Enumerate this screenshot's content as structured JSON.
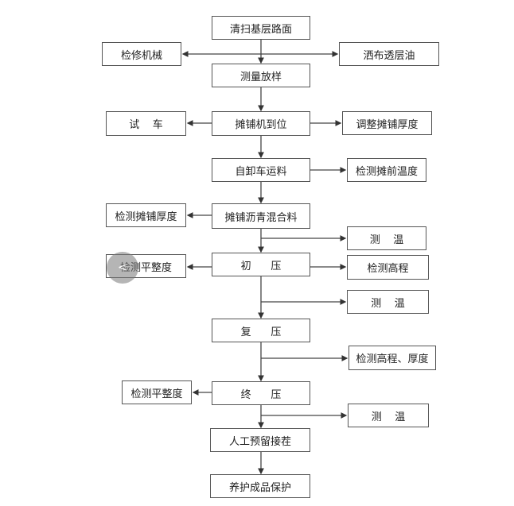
{
  "nodes": {
    "clean_base": "清扫基层路面",
    "repair_machinery": "检修机械",
    "spray_prime_oil": "洒布透层油",
    "survey_layout": "测量放样",
    "test_run": "试    车",
    "paver_in_place": "摊铺机到位",
    "adjust_paving_thickness": "调整摊铺厚度",
    "dump_truck_transport": "自卸车运料",
    "check_pre_paving_temp": "检测摊前温度",
    "check_paving_thickness": "检测摊铺厚度",
    "pave_asphalt_mix": "摊铺沥青混合料",
    "measure_temp_1": "测    温",
    "initial_compaction": "初      压",
    "check_flatness_1": "检测平整度",
    "check_elevation": "检测高程",
    "measure_temp_2": "测    温",
    "intermediate_compaction": "复      压",
    "check_elevation_thickness": "检测高程、厚度",
    "check_flatness_2": "检测平整度",
    "final_compaction": "终      压",
    "measure_temp_3": "测    温",
    "manual_joint": "人工预留接茬",
    "curing_protection": "养护成品保护"
  },
  "overlay": {
    "cursor_glyph": "<"
  }
}
